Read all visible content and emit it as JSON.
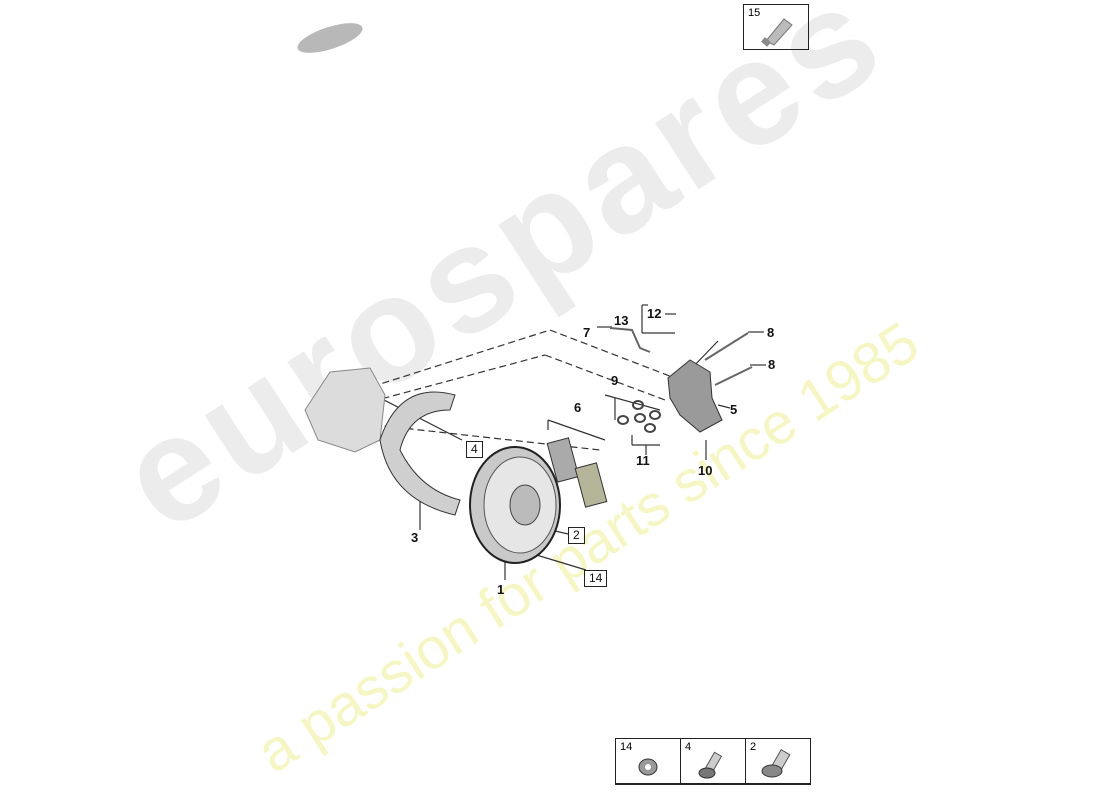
{
  "watermark": {
    "brand": "eurospares",
    "tagline": "a passion for parts since 1985"
  },
  "callouts": [
    {
      "id": "1",
      "boxed": false
    },
    {
      "id": "2",
      "boxed": true
    },
    {
      "id": "3",
      "boxed": false
    },
    {
      "id": "4",
      "boxed": true
    },
    {
      "id": "5",
      "boxed": false
    },
    {
      "id": "6",
      "boxed": false
    },
    {
      "id": "7",
      "boxed": false
    },
    {
      "id": "8",
      "boxed": false
    },
    {
      "id": "8",
      "boxed": false
    },
    {
      "id": "9",
      "boxed": false
    },
    {
      "id": "10",
      "boxed": false
    },
    {
      "id": "11",
      "boxed": false
    },
    {
      "id": "12",
      "boxed": false
    },
    {
      "id": "13",
      "boxed": false
    },
    {
      "id": "14",
      "boxed": true
    }
  ],
  "inset_top": {
    "number": "15",
    "icon": "grease-tube-icon"
  },
  "hardware_legend": [
    {
      "number": "14",
      "icon": "nut-icon"
    },
    {
      "number": "4",
      "icon": "flange-bolt-icon"
    },
    {
      "number": "2",
      "icon": "countersunk-screw-icon"
    }
  ],
  "colors": {
    "lines": "#222222",
    "parts": "#9a9a9a",
    "watermark_brand": "#ececec",
    "watermark_tagline": "#f6f6c4"
  }
}
